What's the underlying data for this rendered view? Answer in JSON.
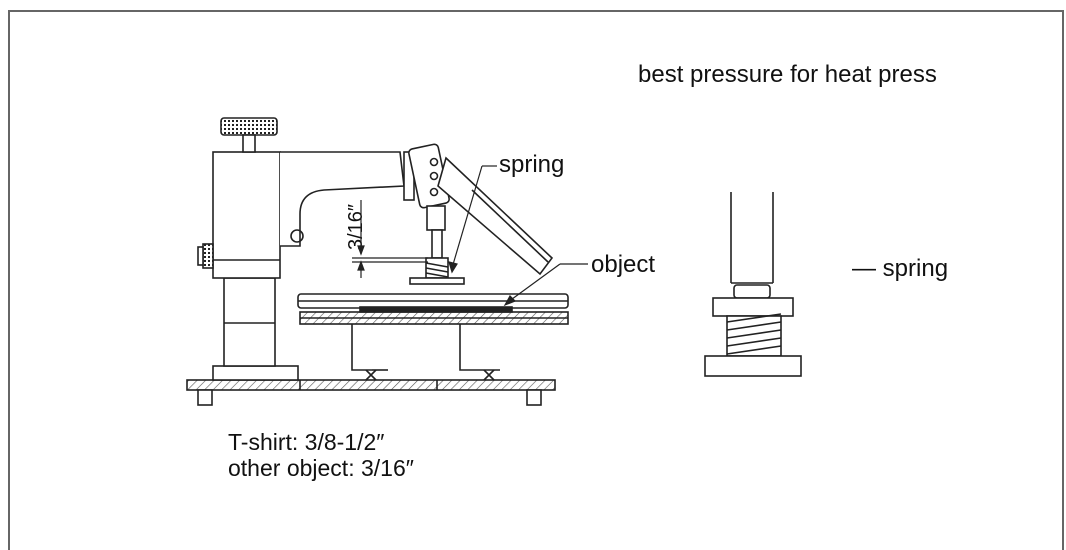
{
  "title": "best pressure for heat press",
  "labels": {
    "spring_press": "spring",
    "object": "object",
    "spring_detail": "— spring",
    "gap_dimension": "3/16″"
  },
  "notes": {
    "tshirt": "T-shirt: 3/8-1/2″",
    "other": "other object: 3/16″"
  },
  "colors": {
    "line": "#222222",
    "frame": "#666666",
    "hatch": "#555555"
  }
}
